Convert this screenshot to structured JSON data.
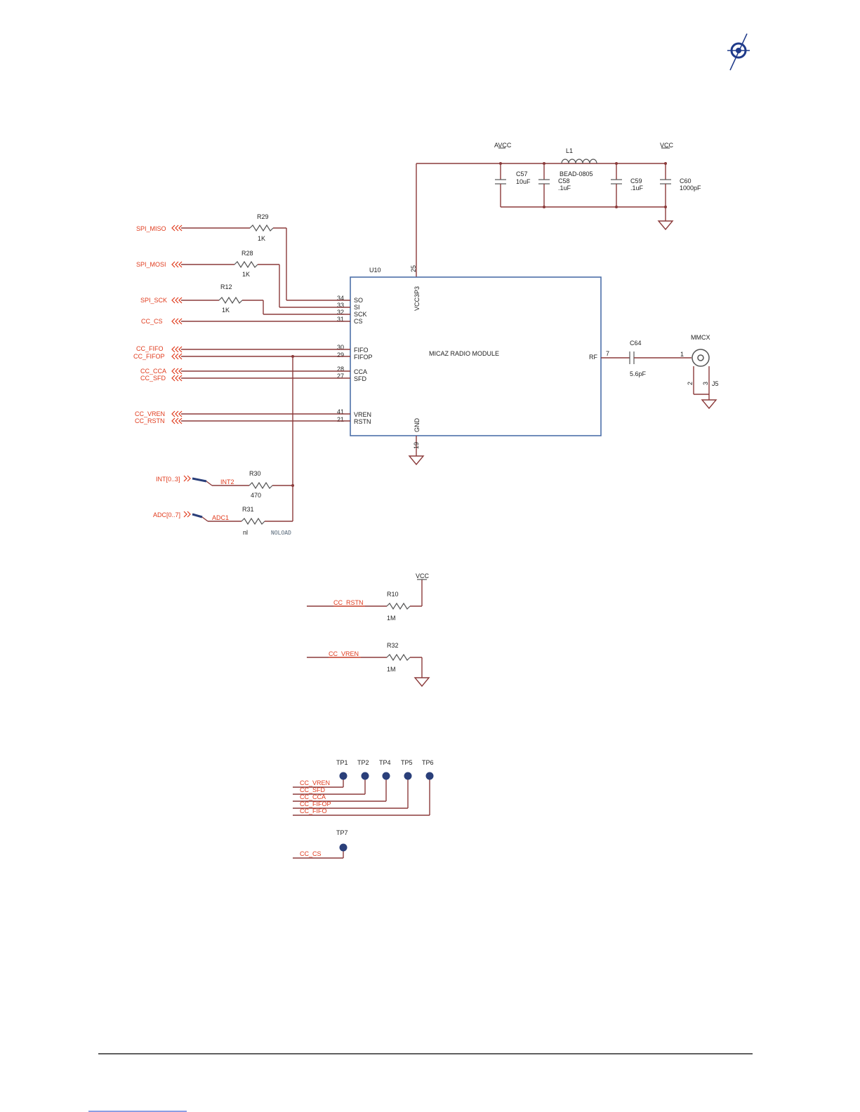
{
  "ic": {
    "ref": "U10",
    "name": "MICAZ RADIO MODULE",
    "top_pin_num": "25",
    "top_pin_name": "VCC3P3",
    "bottom_pin_num": "19",
    "bottom_pin_name": "GND",
    "rf_pin_num": "7",
    "rf_pin_name": "RF",
    "pins": [
      {
        "num": "34",
        "name": "SO"
      },
      {
        "num": "33",
        "name": "SI"
      },
      {
        "num": "32",
        "name": "SCK"
      },
      {
        "num": "31",
        "name": "CS"
      },
      {
        "num": "30",
        "name": "FIFO"
      },
      {
        "num": "29",
        "name": "FIFOP"
      },
      {
        "num": "28",
        "name": "CCA"
      },
      {
        "num": "27",
        "name": "SFD"
      },
      {
        "num": "41",
        "name": "VREN"
      },
      {
        "num": "21",
        "name": "RSTN"
      }
    ]
  },
  "ports": [
    "SPI_MISO",
    "SPI_MOSI",
    "SPI_SCK",
    "CC_CS",
    "CC_FIFO",
    "CC_FIFOP",
    "CC_CCA",
    "CC_SFD",
    "CC_VREN",
    "CC_RSTN",
    "INT[0..3]",
    "ADC[0..7]"
  ],
  "resistors": [
    {
      "ref": "R29",
      "value": "1K"
    },
    {
      "ref": "R28",
      "value": "1K"
    },
    {
      "ref": "R12",
      "value": "1K"
    },
    {
      "ref": "R30",
      "value": "470"
    },
    {
      "ref": "R31",
      "value": "nl"
    },
    {
      "ref": "R10",
      "value": "1M"
    },
    {
      "ref": "R32",
      "value": "1M"
    }
  ],
  "nets": {
    "int2": "INT2",
    "adc1": "ADC1",
    "noload": "NOLOAD",
    "cc_rstn": "CC_RSTN",
    "cc_vren": "CC_VREN"
  },
  "power": {
    "avcc": "AVCC",
    "vcc": "VCC",
    "vcc2": "VCC"
  },
  "supply": {
    "caps": [
      {
        "ref": "C57",
        "value": "10uF"
      },
      {
        "ref": "C58",
        "value": ".1uF"
      },
      {
        "ref": "C59",
        "value": ".1uF"
      },
      {
        "ref": "C60",
        "value": "1000pF"
      }
    ],
    "inductor": {
      "ref": "L1",
      "value": "BEAD-0805"
    }
  },
  "rf": {
    "cap_ref": "C64",
    "cap_value": "5.6pF",
    "connector_ref": "J5",
    "connector_name": "MMCX",
    "pin1": "1",
    "pin2": "2",
    "pin3": "3"
  },
  "testpoints": {
    "labels": [
      "TP1",
      "TP2",
      "TP4",
      "TP5",
      "TP6",
      "TP7"
    ],
    "nets": [
      "CC_VREN",
      "CC_SFD",
      "CC_CCA",
      "CC_FIFOP",
      "CC_FIFO",
      "CC_CS"
    ]
  },
  "colors": {
    "wire": "#8b3a3a",
    "ic_outline": "#4c6fa8",
    "net_label": "#e03a1c",
    "testpoint": "#2a3f7a"
  }
}
